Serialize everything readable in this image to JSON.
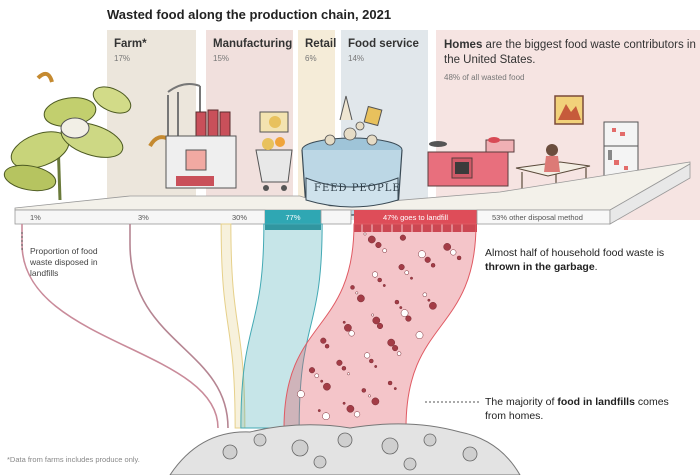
{
  "title": "Wasted food along the production chain, 2021",
  "chart_data": {
    "type": "bar",
    "title": "Wasted food along the production chain, 2021",
    "categories": [
      "Farm*",
      "Manufacturing",
      "Retail",
      "Food service",
      "Homes"
    ],
    "series": [
      {
        "name": "",
        "values": [
          17,
          15,
          6,
          14,
          48
        ]
      }
    ],
    "landfill_share_percent": [
      1,
      3,
      30,
      77,
      47
    ],
    "landfill_labels": [
      "1%",
      "3%",
      "30%",
      "77%",
      "47% goes to landfill"
    ],
    "share_labels": [
      "17%",
      "15%",
      "6%",
      "14%",
      "48% of all wasted food"
    ],
    "homes_other_label": "53% other disposal method",
    "colors": [
      "#ece6dc",
      "#f1e0dd",
      "#f5ecd8",
      "#e1e7eb",
      "#f6e4e2"
    ],
    "stream_colors": [
      "#c98b9a",
      "#b58592",
      "#e6d08a",
      "#43a9b4",
      "#e05a63"
    ]
  },
  "homes_heading": {
    "bold": "Homes",
    "rest": " are the biggest food waste contributors in the United States."
  },
  "sign_text": "FEED PEOPLE",
  "legend_note": "Proportion of food waste disposed in landfills",
  "callout_1": {
    "pre": "Almost half of household food waste is ",
    "bold": "thrown in the garbage",
    "post": "."
  },
  "callout_2": {
    "pre": "The majority of ",
    "bold": "food in landfills",
    "post": " comes from homes."
  },
  "footnote": "*Data from farms includes produce only."
}
